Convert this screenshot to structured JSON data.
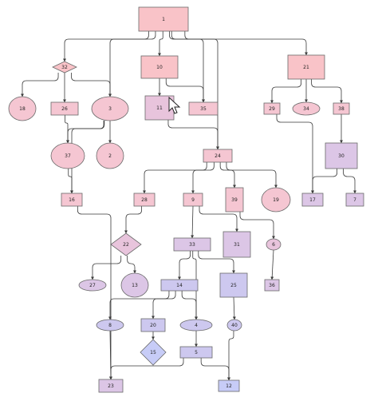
{
  "colors": {
    "pink_dark": "#f9c3c8",
    "pink": "#f5c6d2",
    "mauve": "#e8c4dc",
    "lavender": "#dcc6e6",
    "periwinkle": "#cdc8ef",
    "blue": "#c7ccf7",
    "edge": "#3a3a3a"
  },
  "nodes": [
    {
      "id": "n1",
      "label": "1",
      "shape": "rect",
      "color": "pink_dark"
    },
    {
      "id": "n32",
      "label": "32",
      "shape": "diamond",
      "color": "pink_dark"
    },
    {
      "id": "n10",
      "label": "10",
      "shape": "rect",
      "color": "pink_dark"
    },
    {
      "id": "n21",
      "label": "21",
      "shape": "rect",
      "color": "pink_dark"
    },
    {
      "id": "n18",
      "label": "18",
      "shape": "ellipse",
      "color": "pink"
    },
    {
      "id": "n26",
      "label": "26",
      "shape": "rect",
      "color": "pink"
    },
    {
      "id": "n3",
      "label": "3",
      "shape": "ellipse",
      "color": "pink"
    },
    {
      "id": "n11",
      "label": "11",
      "shape": "rect",
      "color": "mauve"
    },
    {
      "id": "n35",
      "label": "35",
      "shape": "rect",
      "color": "pink"
    },
    {
      "id": "n29",
      "label": "29",
      "shape": "rect",
      "color": "pink"
    },
    {
      "id": "n34",
      "label": "34",
      "shape": "ellipse",
      "color": "pink"
    },
    {
      "id": "n38",
      "label": "38",
      "shape": "rect",
      "color": "pink"
    },
    {
      "id": "n37",
      "label": "37",
      "shape": "ellipse",
      "color": "pink"
    },
    {
      "id": "n2",
      "label": "2",
      "shape": "ellipse",
      "color": "pink"
    },
    {
      "id": "n24",
      "label": "24",
      "shape": "rect",
      "color": "pink"
    },
    {
      "id": "n30",
      "label": "30",
      "shape": "rect",
      "color": "lavender"
    },
    {
      "id": "n16",
      "label": "16",
      "shape": "rect",
      "color": "pink"
    },
    {
      "id": "n28",
      "label": "28",
      "shape": "rect",
      "color": "pink"
    },
    {
      "id": "n9",
      "label": "9",
      "shape": "rect",
      "color": "pink"
    },
    {
      "id": "n39",
      "label": "39",
      "shape": "rect",
      "color": "pink"
    },
    {
      "id": "n19",
      "label": "19",
      "shape": "ellipse",
      "color": "pink"
    },
    {
      "id": "n17",
      "label": "17",
      "shape": "rect",
      "color": "lavender"
    },
    {
      "id": "n7",
      "label": "7",
      "shape": "rect",
      "color": "lavender"
    },
    {
      "id": "n22",
      "label": "22",
      "shape": "diamond",
      "color": "mauve"
    },
    {
      "id": "n33",
      "label": "33",
      "shape": "rect",
      "color": "lavender"
    },
    {
      "id": "n31",
      "label": "31",
      "shape": "rect",
      "color": "lavender"
    },
    {
      "id": "n6",
      "label": "6",
      "shape": "ellipse",
      "color": "mauve"
    },
    {
      "id": "n27",
      "label": "27",
      "shape": "ellipse",
      "color": "lavender"
    },
    {
      "id": "n13",
      "label": "13",
      "shape": "ellipse",
      "color": "lavender"
    },
    {
      "id": "n14",
      "label": "14",
      "shape": "rect",
      "color": "periwinkle"
    },
    {
      "id": "n25",
      "label": "25",
      "shape": "rect",
      "color": "periwinkle"
    },
    {
      "id": "n36",
      "label": "36",
      "shape": "rect",
      "color": "lavender"
    },
    {
      "id": "n8",
      "label": "8",
      "shape": "ellipse",
      "color": "periwinkle"
    },
    {
      "id": "n20",
      "label": "20",
      "shape": "rect",
      "color": "periwinkle"
    },
    {
      "id": "n4",
      "label": "4",
      "shape": "ellipse",
      "color": "periwinkle"
    },
    {
      "id": "n40",
      "label": "40",
      "shape": "ellipse",
      "color": "periwinkle"
    },
    {
      "id": "n15",
      "label": "15",
      "shape": "diamond",
      "color": "blue"
    },
    {
      "id": "n5",
      "label": "5",
      "shape": "rect",
      "color": "periwinkle"
    },
    {
      "id": "n23",
      "label": "23",
      "shape": "rect",
      "color": "lavender"
    },
    {
      "id": "n12",
      "label": "12",
      "shape": "rect",
      "color": "blue"
    }
  ],
  "edges": [
    [
      "n1",
      "n32"
    ],
    [
      "n1",
      "n3"
    ],
    [
      "n1",
      "n10"
    ],
    [
      "n1",
      "n35"
    ],
    [
      "n1",
      "n24"
    ],
    [
      "n1",
      "n21"
    ],
    [
      "n32",
      "n18"
    ],
    [
      "n32",
      "n26"
    ],
    [
      "n32",
      "n3"
    ],
    [
      "n10",
      "n11"
    ],
    [
      "n10",
      "n35"
    ],
    [
      "n21",
      "n29"
    ],
    [
      "n21",
      "n34"
    ],
    [
      "n21",
      "n38"
    ],
    [
      "n26",
      "n37"
    ],
    [
      "n3",
      "n37"
    ],
    [
      "n3",
      "n2"
    ],
    [
      "n3",
      "n16"
    ],
    [
      "n11",
      "n24"
    ],
    [
      "n29",
      "n17"
    ],
    [
      "n38",
      "n30"
    ],
    [
      "n30",
      "n17"
    ],
    [
      "n30",
      "n7"
    ],
    [
      "n37",
      "n16"
    ],
    [
      "n24",
      "n28"
    ],
    [
      "n24",
      "n9"
    ],
    [
      "n24",
      "n39"
    ],
    [
      "n24",
      "n19"
    ],
    [
      "n16",
      "n23"
    ],
    [
      "n28",
      "n22"
    ],
    [
      "n9",
      "n33"
    ],
    [
      "n9",
      "n31"
    ],
    [
      "n39",
      "n6"
    ],
    [
      "n22",
      "n27"
    ],
    [
      "n22",
      "n13"
    ],
    [
      "n33",
      "n14"
    ],
    [
      "n33",
      "n4"
    ],
    [
      "n33",
      "n25"
    ],
    [
      "n6",
      "n36"
    ],
    [
      "n14",
      "n8"
    ],
    [
      "n14",
      "n20"
    ],
    [
      "n14",
      "n4"
    ],
    [
      "n25",
      "n40"
    ],
    [
      "n8",
      "n23"
    ],
    [
      "n20",
      "n15"
    ],
    [
      "n4",
      "n5"
    ],
    [
      "n5",
      "n23"
    ],
    [
      "n5",
      "n12"
    ],
    [
      "n40",
      "n12"
    ]
  ]
}
